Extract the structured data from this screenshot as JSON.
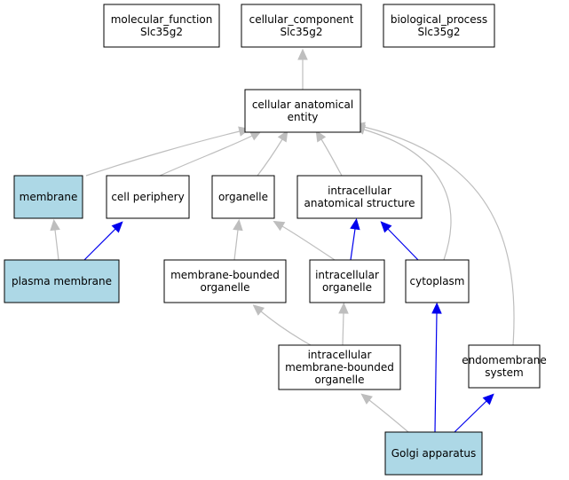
{
  "colors": {
    "background": "#ffffff",
    "node_fill": "#ffffff",
    "node_highlight": "#add8e6",
    "node_stroke": "#000000",
    "edge_is_a": "#bebebe",
    "edge_part_of": "#0000ee"
  },
  "nodes": {
    "molecular_function": {
      "lines": [
        "molecular_function",
        "Slc35g2"
      ],
      "highlight": false
    },
    "cellular_component": {
      "lines": [
        "cellular_component",
        "Slc35g2"
      ],
      "highlight": false
    },
    "biological_process": {
      "lines": [
        "biological_process",
        "Slc35g2"
      ],
      "highlight": false
    },
    "cellular_anatomical_entity": {
      "lines": [
        "cellular anatomical",
        "entity"
      ],
      "highlight": false
    },
    "membrane": {
      "lines": [
        "membrane"
      ],
      "highlight": true
    },
    "cell_periphery": {
      "lines": [
        "cell periphery"
      ],
      "highlight": false
    },
    "organelle": {
      "lines": [
        "organelle"
      ],
      "highlight": false
    },
    "intracellular_anatomical_structure": {
      "lines": [
        "intracellular",
        "anatomical structure"
      ],
      "highlight": false
    },
    "plasma_membrane": {
      "lines": [
        "plasma membrane"
      ],
      "highlight": true
    },
    "membrane_bounded_organelle": {
      "lines": [
        "membrane-bounded",
        "organelle"
      ],
      "highlight": false
    },
    "intracellular_organelle": {
      "lines": [
        "intracellular",
        "organelle"
      ],
      "highlight": false
    },
    "cytoplasm": {
      "lines": [
        "cytoplasm"
      ],
      "highlight": false
    },
    "intracellular_membrane_bounded_organelle": {
      "lines": [
        "intracellular",
        "membrane-bounded",
        "organelle"
      ],
      "highlight": false
    },
    "endomembrane_system": {
      "lines": [
        "endomembrane",
        "system"
      ],
      "highlight": false
    },
    "golgi_apparatus": {
      "lines": [
        "Golgi apparatus"
      ],
      "highlight": true
    }
  },
  "edges": [
    {
      "from": "cellular_anatomical_entity",
      "to": "cellular_component",
      "type": "is_a"
    },
    {
      "from": "membrane",
      "to": "cellular_anatomical_entity",
      "type": "is_a"
    },
    {
      "from": "cell_periphery",
      "to": "cellular_anatomical_entity",
      "type": "is_a"
    },
    {
      "from": "organelle",
      "to": "cellular_anatomical_entity",
      "type": "is_a"
    },
    {
      "from": "intracellular_anatomical_structure",
      "to": "cellular_anatomical_entity",
      "type": "is_a"
    },
    {
      "from": "cytoplasm",
      "to": "cellular_anatomical_entity",
      "type": "is_a"
    },
    {
      "from": "endomembrane_system",
      "to": "cellular_anatomical_entity",
      "type": "is_a"
    },
    {
      "from": "plasma_membrane",
      "to": "membrane",
      "type": "is_a"
    },
    {
      "from": "plasma_membrane",
      "to": "cell_periphery",
      "type": "part_of"
    },
    {
      "from": "membrane_bounded_organelle",
      "to": "organelle",
      "type": "is_a"
    },
    {
      "from": "intracellular_organelle",
      "to": "organelle",
      "type": "is_a"
    },
    {
      "from": "intracellular_organelle",
      "to": "intracellular_anatomical_structure",
      "type": "part_of"
    },
    {
      "from": "cytoplasm",
      "to": "intracellular_anatomical_structure",
      "type": "part_of"
    },
    {
      "from": "intracellular_membrane_bounded_organelle",
      "to": "membrane_bounded_organelle",
      "type": "is_a"
    },
    {
      "from": "intracellular_membrane_bounded_organelle",
      "to": "intracellular_organelle",
      "type": "is_a"
    },
    {
      "from": "golgi_apparatus",
      "to": "intracellular_membrane_bounded_organelle",
      "type": "is_a"
    },
    {
      "from": "golgi_apparatus",
      "to": "cytoplasm",
      "type": "part_of"
    },
    {
      "from": "golgi_apparatus",
      "to": "endomembrane_system",
      "type": "part_of"
    }
  ]
}
